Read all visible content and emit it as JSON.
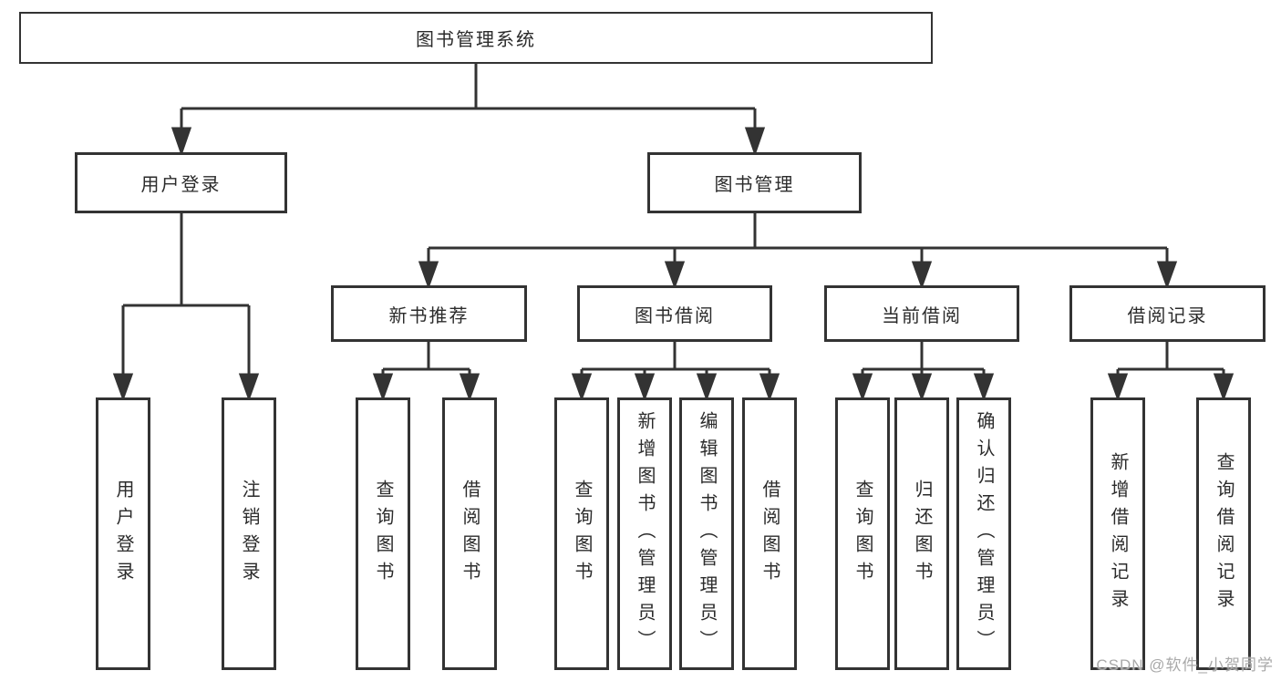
{
  "tree": {
    "root": "图书管理系统",
    "branches": [
      {
        "label": "用户登录",
        "children": [
          "用户登录",
          "注销登录"
        ]
      },
      {
        "label": "图书管理",
        "groups": [
          {
            "label": "新书推荐",
            "children": [
              "查询图书",
              "借阅图书"
            ]
          },
          {
            "label": "图书借阅",
            "children": [
              "查询图书",
              "新增图书（管理员）",
              "编辑图书（管理员）",
              "借阅图书"
            ]
          },
          {
            "label": "当前借阅",
            "children": [
              "查询图书",
              "归还图书",
              "确认归还（管理员）"
            ]
          },
          {
            "label": "借阅记录",
            "children": [
              "新增借阅记录",
              "查询借阅记录"
            ]
          }
        ]
      }
    ]
  },
  "watermark": {
    "text": "CSDN @软件_小贺同学"
  },
  "colors": {
    "line": "#333333",
    "box_border": "#333333",
    "text": "#2b2b2b",
    "background": "#ffffff",
    "watermark": "#a9a9a9"
  }
}
